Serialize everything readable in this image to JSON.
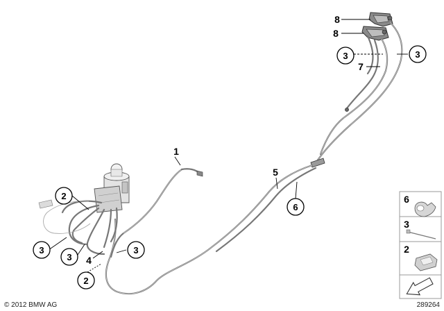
{
  "callouts": {
    "c1": "1",
    "c2a": "2",
    "c2b": "2",
    "c3a": "3",
    "c3b": "3",
    "c3c": "3",
    "c3d": "3",
    "c3e": "3",
    "c4": "4",
    "c5": "5",
    "c6": "6",
    "c7": "7",
    "c8a": "8",
    "c8b": "8"
  },
  "legend": {
    "items": [
      {
        "num": "6",
        "icon": "clamp-icon"
      },
      {
        "num": "3",
        "icon": "cable-tie-icon"
      },
      {
        "num": "2",
        "icon": "clip-icon"
      }
    ]
  },
  "footer": {
    "copyright": "© 2012 BMW AG",
    "diagram_number": "289264"
  }
}
